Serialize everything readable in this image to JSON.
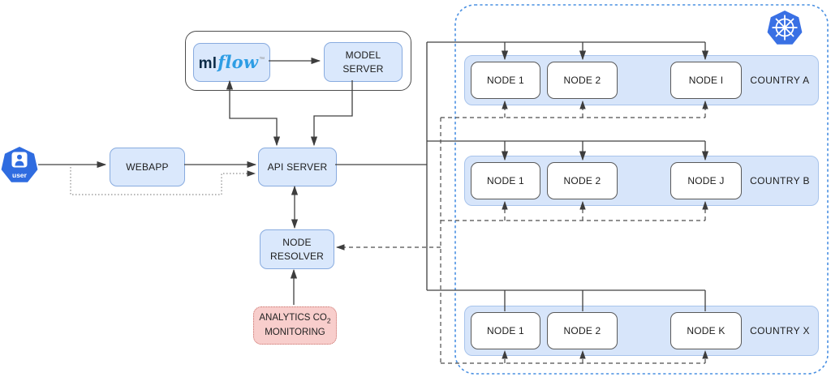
{
  "user": {
    "label": "user"
  },
  "webapp": {
    "label": "WEBAPP"
  },
  "mlflow_group": {
    "logo": {
      "ml": "ml",
      "flow": "flow",
      "tm": "™"
    },
    "model_server": {
      "label": "MODEL SERVER"
    }
  },
  "api_server": {
    "label": "API SERVER"
  },
  "node_resolver": {
    "label": "NODE RESOLVER"
  },
  "analytics": {
    "line1_prefix": "ANALYTICS CO",
    "line1_sub": "2",
    "line2": "MONITORING"
  },
  "cluster": {
    "rows": [
      {
        "country": "COUNTRY A",
        "nodes": [
          "NODE 1",
          "NODE 2",
          "NODE I"
        ]
      },
      {
        "country": "COUNTRY B",
        "nodes": [
          "NODE 1",
          "NODE 2",
          "NODE J"
        ]
      },
      {
        "country": "COUNTRY X",
        "nodes": [
          "NODE 1",
          "NODE 2",
          "NODE K"
        ]
      }
    ]
  },
  "icons": {
    "kubernetes": "kubernetes-logo",
    "user_avatar": "user-avatar"
  },
  "colors": {
    "box_fill": "#dae8fc",
    "box_border": "#88abdf",
    "strip_fill": "#d7e5fa",
    "strip_border": "#a8c4ec",
    "node_border": "#595959",
    "pink_fill": "#f8cecc",
    "pink_border": "#c9716b",
    "kubernetes_blue": "#326ce5",
    "container_border": "#4a90e2",
    "solid_line": "#404040",
    "dashed_line": "#4d4d4d",
    "dotted_line": "#8c8c8c",
    "mlflow_dark": "#0c2b47",
    "mlflow_blue": "#2e9de4"
  }
}
